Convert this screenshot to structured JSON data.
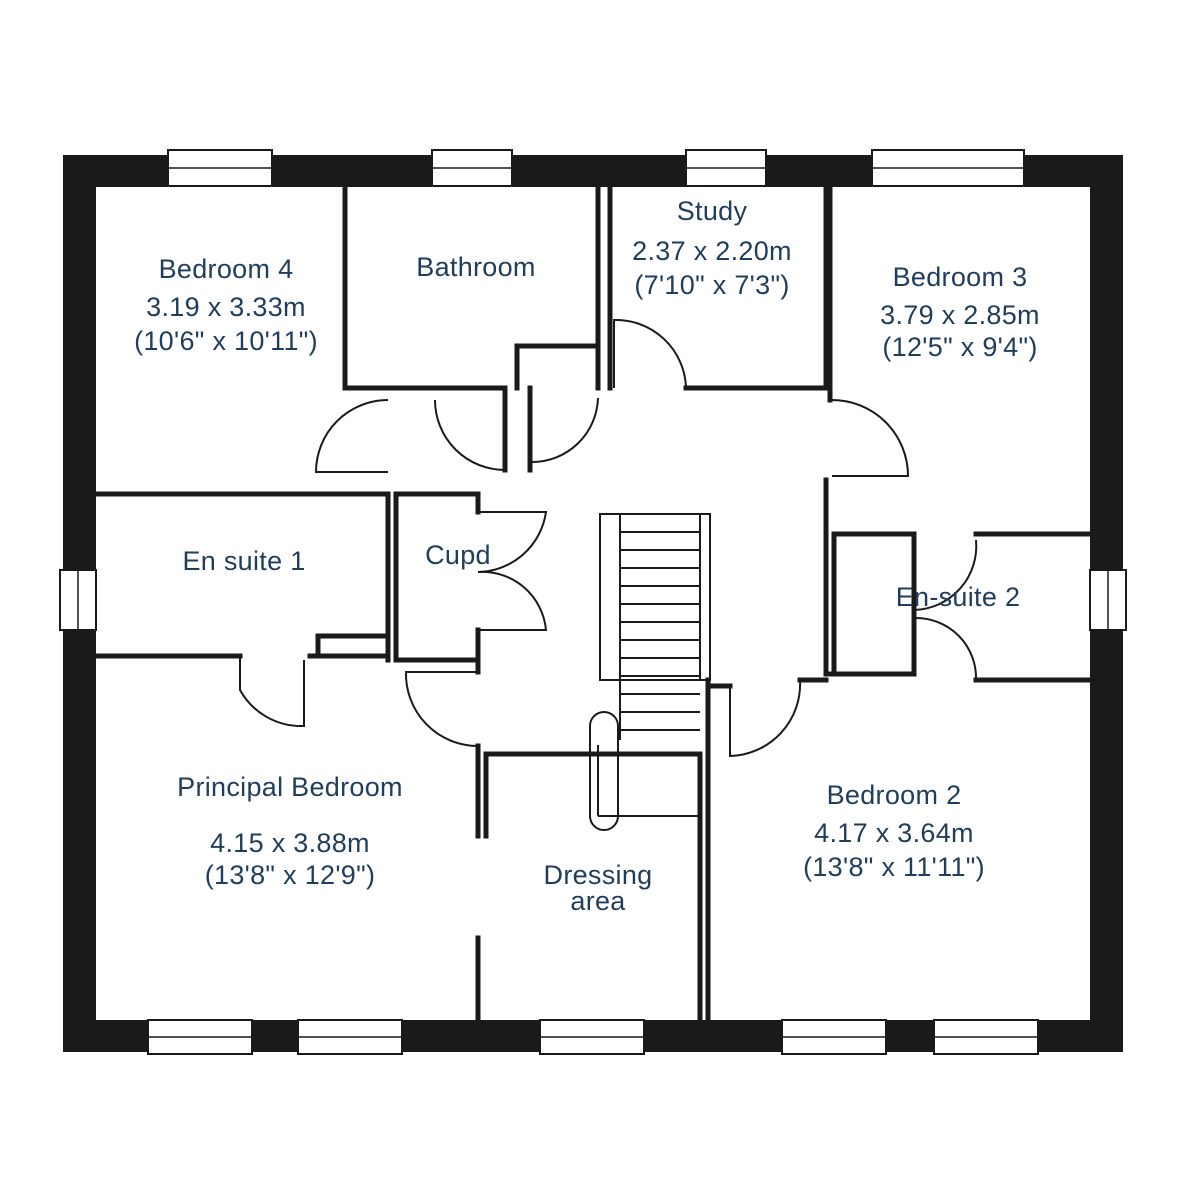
{
  "colors": {
    "wall": "#1a1a1a",
    "label": "#1f3d5c",
    "background": "#ffffff"
  },
  "rooms": {
    "bedroom4": {
      "name": "Bedroom 4",
      "metric": "3.19 x 3.33m",
      "imperial": "(10'6\" x 10'11\")"
    },
    "bathroom": {
      "name": "Bathroom"
    },
    "study": {
      "name": "Study",
      "metric": "2.37 x 2.20m",
      "imperial": "(7'10\" x 7'3\")"
    },
    "bedroom3": {
      "name": "Bedroom 3",
      "metric": "3.79 x 2.85m",
      "imperial": "(12'5\" x 9'4\")"
    },
    "ensuite1": {
      "name": "En suite 1"
    },
    "cupd": {
      "name": "Cupd"
    },
    "ensuite2": {
      "name": "En-suite 2"
    },
    "principal": {
      "name": "Principal Bedroom",
      "metric": "4.15 x 3.88m",
      "imperial": "(13'8\" x 12'9\")"
    },
    "dressing": {
      "name_line1": "Dressing",
      "name_line2": "area"
    },
    "bedroom2": {
      "name": "Bedroom 2",
      "metric": "4.17 x 3.64m",
      "imperial": "(13'8\" x 11'11\")"
    }
  }
}
